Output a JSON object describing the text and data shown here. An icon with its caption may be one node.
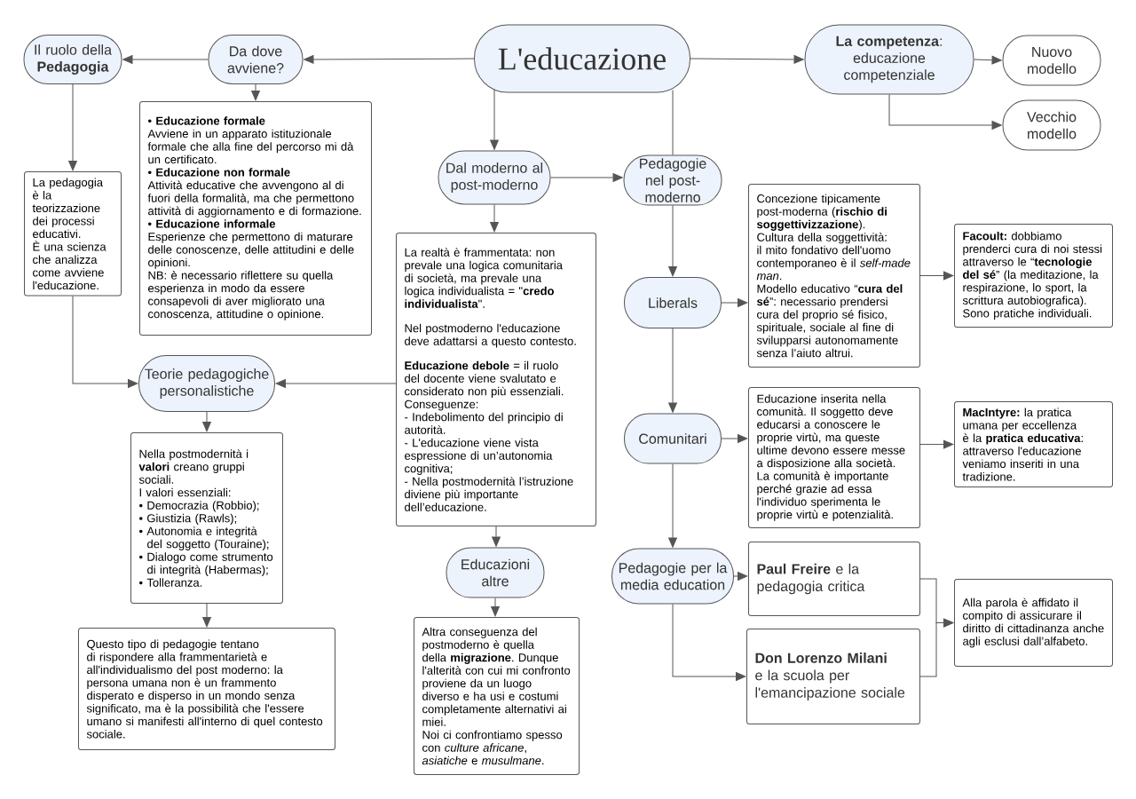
{
  "diagram": {
    "nodes": [
      {
        "text": [
          "L'educazione"
        ]
      },
      {
        "text": [
          "Il ruolo della **Pedagogia**"
        ]
      },
      {
        "text": [
          "Da dove avviene?"
        ]
      },
      {
        "text": [
          "**La competenza**: educazione competenziale"
        ]
      },
      {
        "text": [
          "Nuovo modello"
        ]
      },
      {
        "text": [
          "Vecchio modello"
        ]
      },
      {
        "text": [
          "• **Educazione formale**",
          "Avviene in un apparato istituzionale formale che alla fine del percorso mi dà un certificato.",
          "• **Educazione non formale**",
          "Attività educative che avvengono al di fuori della formalità, ma che permettono attività di aggiornamento e di formazione.",
          "• **Educazione informale**",
          "Esperienze che permettono di maturare delle conoscenze, delle attitudini e delle opinioni.",
          "NB: è necessario riflettere su quella esperienza in modo da essere consapevoli di aver migliorato una conoscenza, attitudine o opinione."
        ]
      },
      {
        "text": [
          "La pedagogia è la teorizzazione dei processi educativi.",
          "È una scienza che analizza come avviene l'educazione."
        ]
      },
      {
        "text": [
          "Dal moderno al post-moderno"
        ]
      },
      {
        "text": [
          "Pedagogie nel post-moderno"
        ]
      },
      {
        "text": [
          "La realtà è frammentata: non prevale una logica comunitaria di società, ma prevale una logica individualista = \"**credo individualista**\".",
          "Nel postmoderno l'educazione deve adattarsi a questo contesto.",
          "**Educazione debole** = il ruolo del docente viene svalutato e considerato non più essenziali. Conseguenze:",
          "- Indebolimento del principio di autorità.",
          "- L'educazione viene vista espressione di un’autonomia cognitiva;",
          "- Nella postmodernità l’istruzione diviene più importante dell’educazione."
        ]
      },
      {
        "text": [
          "Liberals"
        ]
      },
      {
        "text": [
          "Concezione tipicamente post-moderna (**rischio di soggettivizzazione**).",
          "Cultura della soggettività: il mito fondativo dell'uomo contemporaneo è il *self-made man*.",
          "Modello educativo “**cura del sé**”: necessario prendersi cura del proprio sé fisico, spirituale, sociale al fine di svilupparsi autonomamente senza l’aiuto altrui."
        ]
      },
      {
        "text": [
          "**Facoult:** dobbiamo prenderci cura di noi stessi attraverso le “**tecnologie del sé**” (la meditazione, la respirazione, lo sport, la scrittura autobiografica). Sono pratiche individuali."
        ]
      },
      {
        "text": [
          "Teorie pedagogiche personalistiche"
        ]
      },
      {
        "text": [
          "Comunitari"
        ]
      },
      {
        "text": [
          "Educazione inserita nella comunità. Il soggetto deve educarsi a conoscere le proprie virtù, ma queste ultime devono essere messe a disposizione alla società.",
          "La comunità è importante perché grazie ad essa l'individuo sperimenta le proprie virtù e potenzialità."
        ]
      },
      {
        "text": [
          "**MacIntyre:** la pratica umana per eccellenza è la **pratica educativa**: attraverso l'educazione veniamo inseriti in una tradizione."
        ]
      },
      {
        "text": [
          "Nella postmodernità i **valori** creano gruppi sociali.",
          "I valori essenziali:",
          "• Democrazia (Robbio);",
          "• Giustizia (Rawls);",
          "• Autonomia e integrità del soggetto (Touraine);",
          "• Dialogo come strumento di integrità (Habermas);",
          "• Tolleranza."
        ]
      },
      {
        "text": [
          "Educazioni altre"
        ]
      },
      {
        "text": [
          "Pedagogie per la media education"
        ]
      },
      {
        "text": [
          "**Paul Freire** e la pedagogia critica"
        ]
      },
      {
        "text": [
          "**Don Lorenzo Milani** e la scuola per l'emancipazione sociale"
        ]
      },
      {
        "text": [
          "Questo tipo di pedagogie tentano di rispondere alla frammentarietà e all'individualismo del post moderno: la persona umana non è un frammento disperato e disperso in un mondo senza significato, ma è la possibilità che l'essere umano si manifesti all'interno di quel contesto sociale."
        ]
      },
      {
        "text": [
          "Altra conseguenza del postmoderno è quella della **migrazione**. Dunque l'alterità con cui mi confronto proviene da un luogo diverso e ha usi e costumi completamente alternativi ai miei.",
          "Noi ci confrontiamo spesso con *culture africane*, *asiatiche* e *musulmane*."
        ]
      },
      {
        "text": [
          "Alla parola è affidato il compito di assicurare il diritto di cittadinanza anche agli esclusi dall’alfabeto."
        ]
      }
    ],
    "edges": [
      {
        "from": 0,
        "to": 2,
        "arrow": "to"
      },
      {
        "from": 2,
        "to": 1,
        "arrow": "to"
      },
      {
        "from": 0,
        "to": 3,
        "arrow": "to"
      },
      {
        "from": 3,
        "to": 4,
        "arrow": "to"
      },
      {
        "from": 3,
        "to": 5,
        "arrow": "to"
      },
      {
        "from": 2,
        "to": 6,
        "arrow": "to"
      },
      {
        "from": 1,
        "to": 7,
        "arrow": "to"
      },
      {
        "from": 0,
        "to": 8,
        "arrow": "to"
      },
      {
        "from": 0,
        "to": 9,
        "arrow": "none"
      },
      {
        "from": 8,
        "to": 9,
        "arrow": "to"
      },
      {
        "from": 8,
        "to": 10,
        "arrow": "to"
      },
      {
        "from": 9,
        "to": 11,
        "arrow": "to"
      },
      {
        "from": 11,
        "to": 12,
        "arrow": "to"
      },
      {
        "from": 12,
        "to": 13,
        "arrow": "to"
      },
      {
        "from": 11,
        "to": 15,
        "arrow": "to"
      },
      {
        "from": 15,
        "to": 16,
        "arrow": "to"
      },
      {
        "from": 16,
        "to": 17,
        "arrow": "to"
      },
      {
        "from": 15,
        "to": 20,
        "arrow": "to"
      },
      {
        "from": 20,
        "to": 21,
        "arrow": "to"
      },
      {
        "from": 20,
        "to": 22,
        "arrow": "to"
      },
      {
        "from": 21,
        "to": 25,
        "arrow": "to"
      },
      {
        "from": 22,
        "to": 25,
        "arrow": "to"
      },
      {
        "from": 7,
        "to": 14,
        "arrow": "to"
      },
      {
        "from": 10,
        "to": 14,
        "arrow": "to"
      },
      {
        "from": 14,
        "to": 18,
        "arrow": "to"
      },
      {
        "from": 18,
        "to": 23,
        "arrow": "to"
      },
      {
        "from": 10,
        "to": 19,
        "arrow": "to"
      },
      {
        "from": 19,
        "to": 24,
        "arrow": "to"
      }
    ]
  }
}
